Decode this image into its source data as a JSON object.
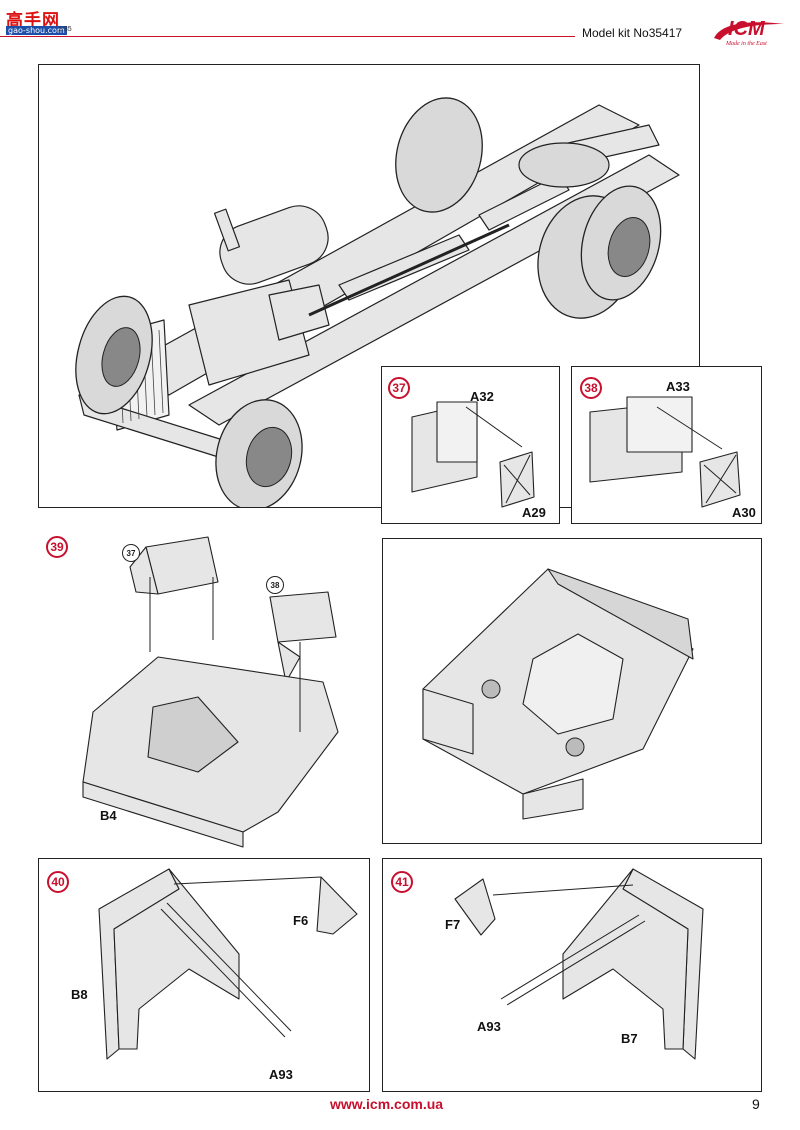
{
  "header": {
    "watermark_glyphs": "高手网",
    "watermark_site": "gao-shou.com",
    "watermark_sub": "1:35",
    "kit_label": "Model kit No35417",
    "logo_text": "ICM",
    "logo_tagline": "Made in the East",
    "accent_color": "#c8102e"
  },
  "steps": {
    "s37": {
      "number": "37",
      "parts": [
        "A32",
        "A29"
      ]
    },
    "s38": {
      "number": "38",
      "parts": [
        "A33",
        "A30"
      ]
    },
    "s39": {
      "number": "39",
      "refs": [
        "37",
        "38"
      ],
      "parts": [
        "B4"
      ]
    },
    "s40": {
      "number": "40",
      "parts": [
        "F6",
        "B8",
        "A93"
      ]
    },
    "s41": {
      "number": "41",
      "parts": [
        "F7",
        "A93",
        "B7"
      ]
    }
  },
  "footer": {
    "url": "www.icm.com.ua",
    "page_number": "9"
  }
}
